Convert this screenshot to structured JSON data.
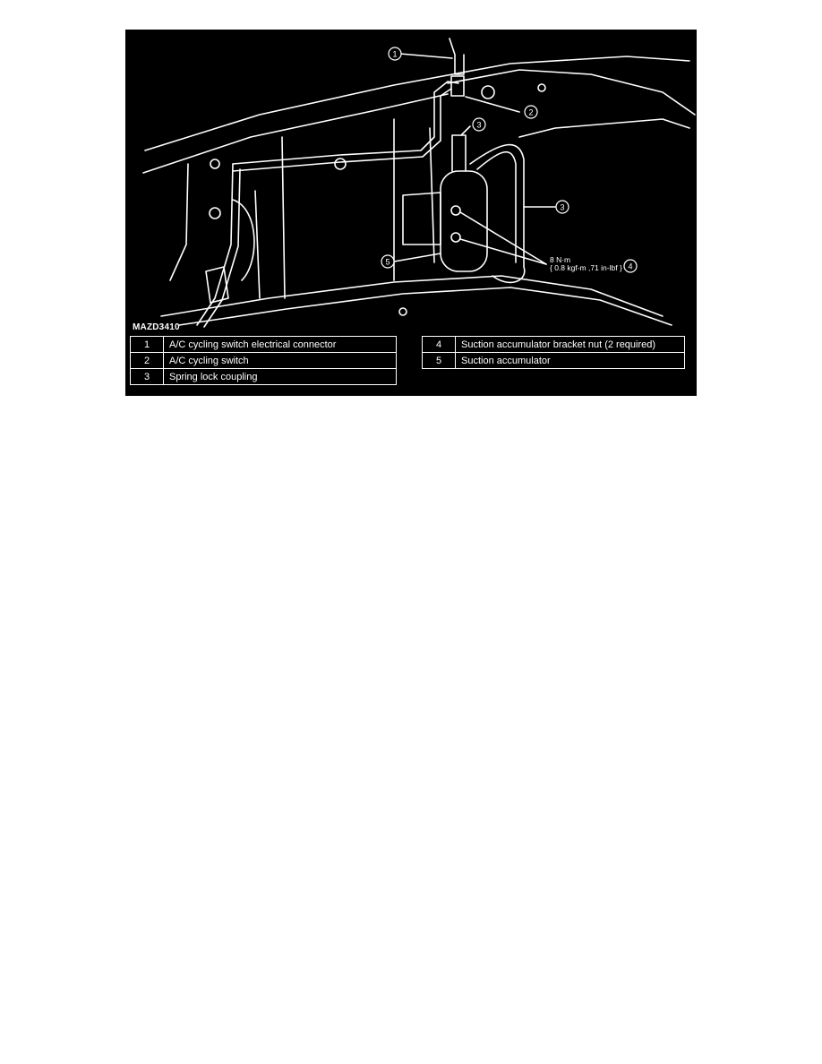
{
  "figure": {
    "code": "MAZD3410",
    "torque_value": "8 N·m",
    "torque_detail": "{ 0.8 kgf-m ,71 in-lbf }",
    "callouts": [
      "1",
      "2",
      "3",
      "3",
      "4",
      "5"
    ],
    "colors": {
      "background": "#000000",
      "line": "#ffffff"
    }
  },
  "legend": {
    "left": [
      {
        "num": "1",
        "label": "A/C cycling switch electrical connector"
      },
      {
        "num": "2",
        "label": "A/C cycling switch"
      },
      {
        "num": "3",
        "label": "Spring lock coupling"
      }
    ],
    "right": [
      {
        "num": "4",
        "label": "Suction accumulator bracket nut (2 required)"
      },
      {
        "num": "5",
        "label": "Suction accumulator"
      }
    ]
  }
}
